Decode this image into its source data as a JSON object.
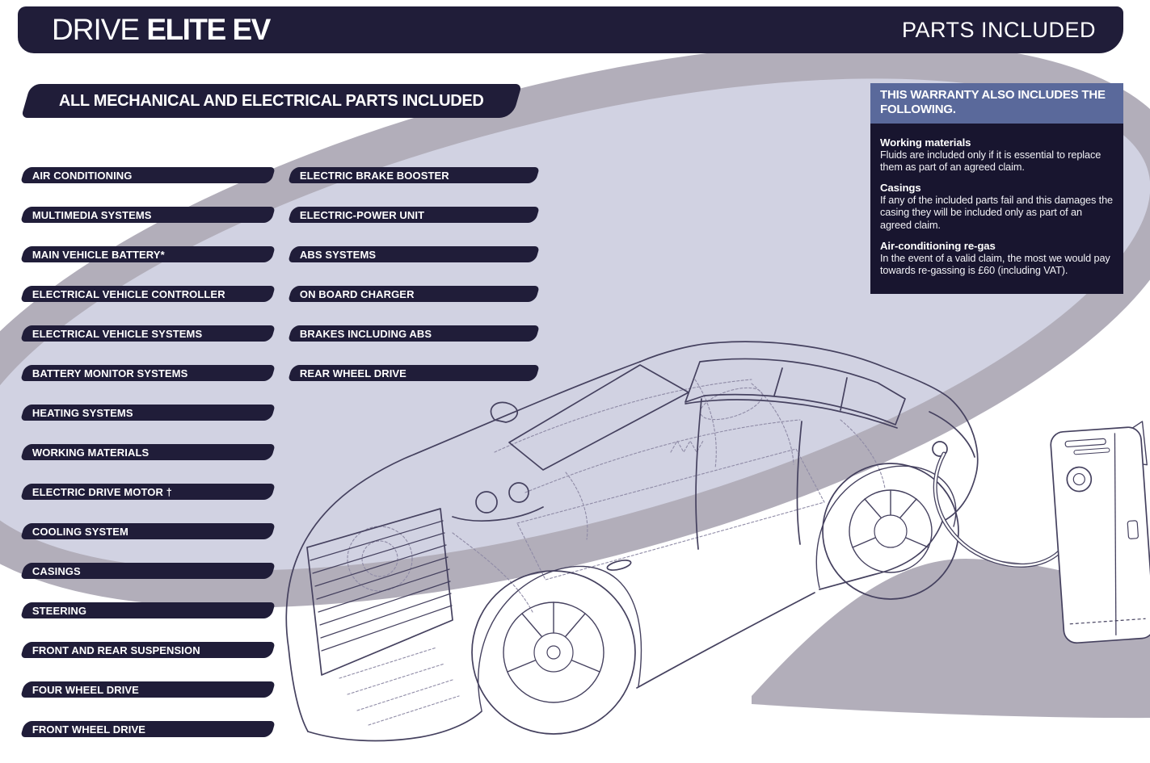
{
  "header": {
    "brand_light": "DRIVE",
    "brand_bold": "ELITE EV",
    "right_label": "PARTS INCLUDED"
  },
  "banner": {
    "label": "ALL MECHANICAL AND ELECTRICAL PARTS INCLUDED"
  },
  "parts_left": [
    "AIR CONDITIONING",
    "MULTIMEDIA SYSTEMS",
    "MAIN VEHICLE BATTERY*",
    "ELECTRICAL VEHICLE CONTROLLER",
    "ELECTRICAL VEHICLE SYSTEMS",
    "BATTERY MONITOR SYSTEMS",
    "HEATING SYSTEMS",
    "WORKING MATERIALS",
    "ELECTRIC DRIVE MOTOR †",
    "COOLING SYSTEM",
    "CASINGS",
    "STEERING",
    "FRONT AND REAR SUSPENSION",
    "FOUR WHEEL DRIVE",
    "FRONT WHEEL DRIVE"
  ],
  "parts_right": [
    "ELECTRIC BRAKE BOOSTER",
    "ELECTRIC-POWER UNIT",
    "ABS SYSTEMS",
    "ON BOARD CHARGER",
    "BRAKES INCLUDING ABS",
    "REAR WHEEL DRIVE"
  ],
  "warranty_panel": {
    "title": "THIS WARRANTY ALSO INCLUDES THE FOLLOWING.",
    "sections": [
      {
        "heading": "Working materials",
        "body": "Fluids are included only if it is essential to replace them as part of an agreed claim."
      },
      {
        "heading": "Casings",
        "body": "If any of the included parts fail and this damages the casing they will be included only as part of an agreed claim."
      },
      {
        "heading": "Air-conditioning re-gas",
        "body": "In the event of a valid claim, the most we would pay towards re-gassing is £60 (including VAT)."
      }
    ]
  },
  "illustration": {
    "car": "wireframe-electric-car",
    "charger": "ev-charging-station"
  },
  "colors": {
    "navy": "#201d39",
    "panel_navy": "#18152f",
    "slate_blue": "#5a699b",
    "lavender": "#d1d2e2",
    "ring_gray": "#b2aeba",
    "line_dark": "#45415f",
    "line_light": "#8f8ba6"
  }
}
